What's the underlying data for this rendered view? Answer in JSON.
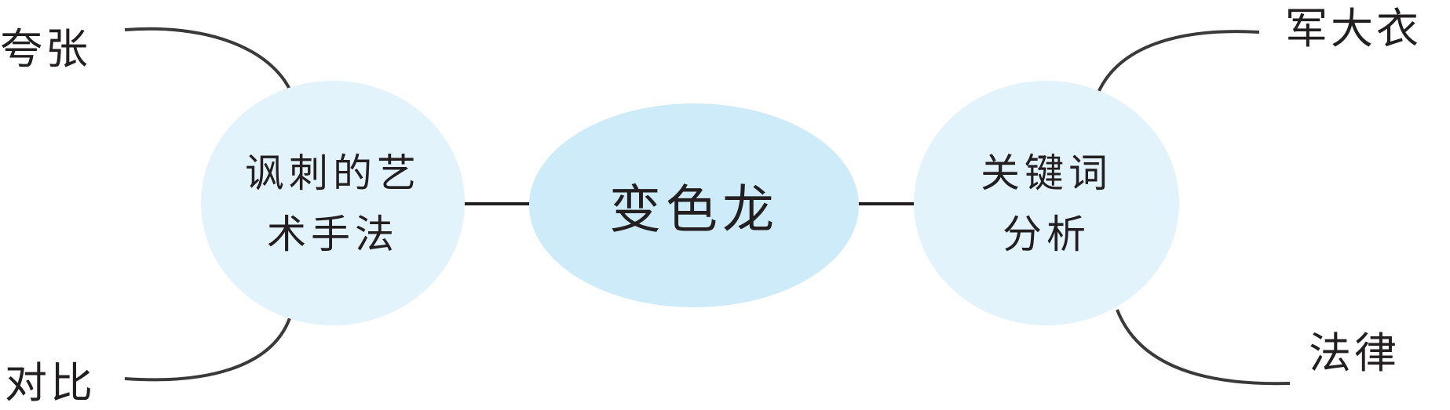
{
  "center": {
    "label": "变色龙"
  },
  "left_node": {
    "line1": "讽刺的艺",
    "line2": "术手法",
    "branches": [
      "夸张",
      "对比"
    ]
  },
  "right_node": {
    "line1": "关键词",
    "line2": "分析",
    "branches": [
      "军大衣",
      "法律"
    ]
  },
  "colors": {
    "center_fill": "#cdebf8",
    "side_fill": "#e2f3fb",
    "line": "#231f20",
    "branch_line": "#3a3a3a"
  }
}
